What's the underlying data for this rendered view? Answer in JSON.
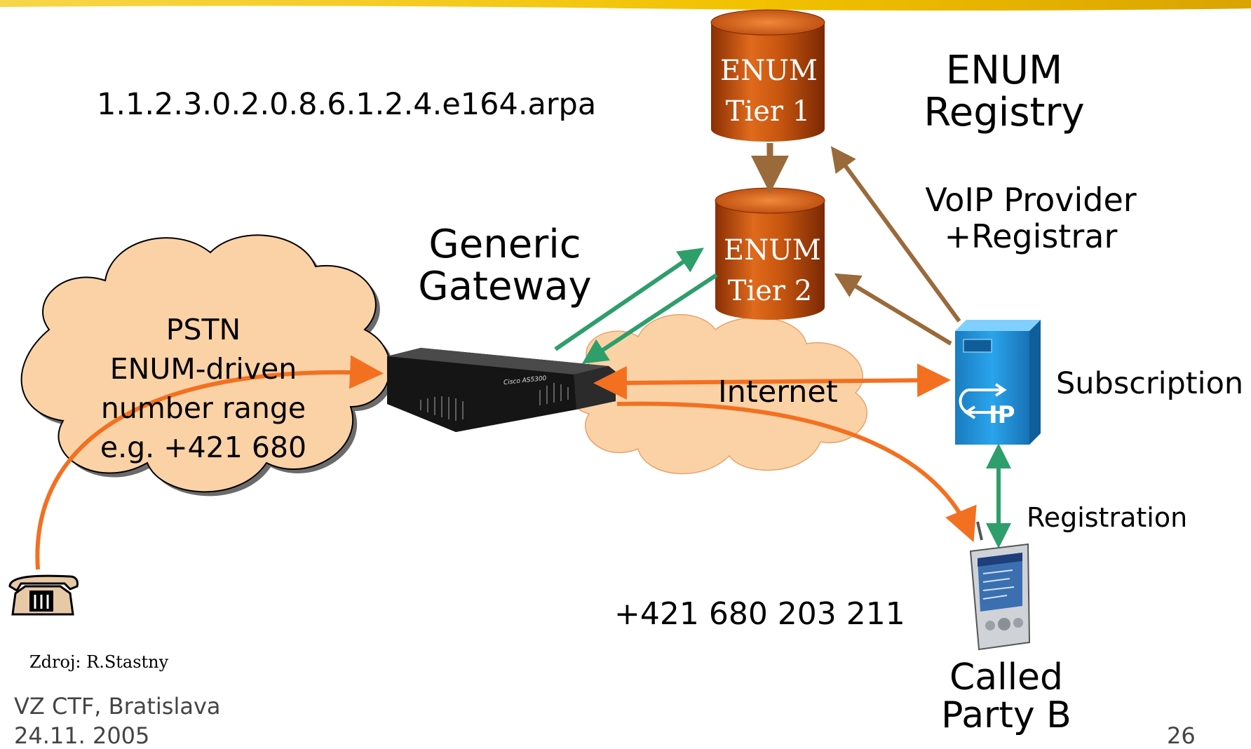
{
  "domain_label": "enum-voip-call-flow",
  "arpa_domain": "1.1.2.3.0.2.0.8.6.1.2.4.e164.arpa",
  "registry": {
    "line1": "ENUM",
    "line2": "Registry"
  },
  "tier1": {
    "line1": "ENUM",
    "line2": "Tier 1"
  },
  "tier2": {
    "line1": "ENUM",
    "line2": "Tier 2"
  },
  "voip_provider": {
    "line1": "VoIP Provider",
    "line2": "+Registrar"
  },
  "gateway": {
    "line1": "Generic",
    "line2": "Gateway",
    "device_text": "Cisco AS5300"
  },
  "pstn": {
    "line1": "PSTN",
    "line2": "ENUM-driven",
    "line3": "number range",
    "line4": "e.g. +421 680"
  },
  "internet_label": "Internet",
  "subscription_label": "Subscription",
  "registration_label": "Registration",
  "called_number": "+421 680 203 211",
  "called_party": {
    "line1": "Called",
    "line2": "Party B"
  },
  "sip_server_text": "IP",
  "source_note": "Zdroj: R.Stastny",
  "footer": {
    "line1": "VZ CTF, Bratislava",
    "line2": "24.11. 2005"
  },
  "page_number": "26",
  "colors": {
    "header_band": "#f2c200",
    "cylinder": "#c8560f",
    "cloud": "#fbd2a6",
    "call_arrow": "#f37021",
    "dns_arrow": "#2e9e6b",
    "provisioning_arrow": "#9a6a3a",
    "sip_server": "#1f8fd6"
  }
}
